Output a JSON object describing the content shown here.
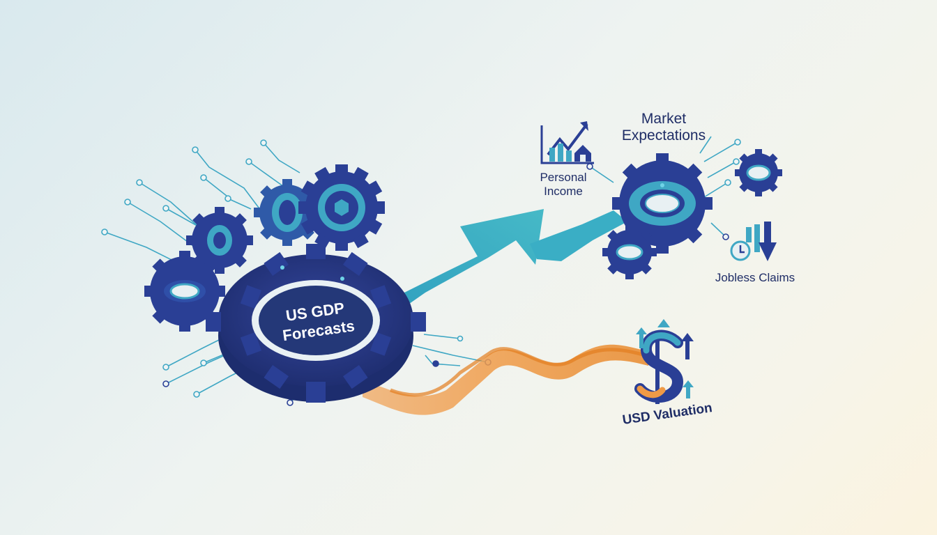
{
  "diagram": {
    "core": {
      "line1": "US GDP",
      "line2": "Forecasts"
    },
    "labels": {
      "market_expectations_line1": "Market",
      "market_expectations_line2": "Expectations",
      "personal_income_line1": "Personal",
      "personal_income_line2": "Income",
      "jobless_claims": "Jobless Claims",
      "usd_valuation": "USD Valuation"
    },
    "colors": {
      "navy": "#2a3f95",
      "navy_dark": "#1d2d6e",
      "teal": "#38aec3",
      "orange": "#e98e2e",
      "text": "#1f2d66"
    }
  }
}
